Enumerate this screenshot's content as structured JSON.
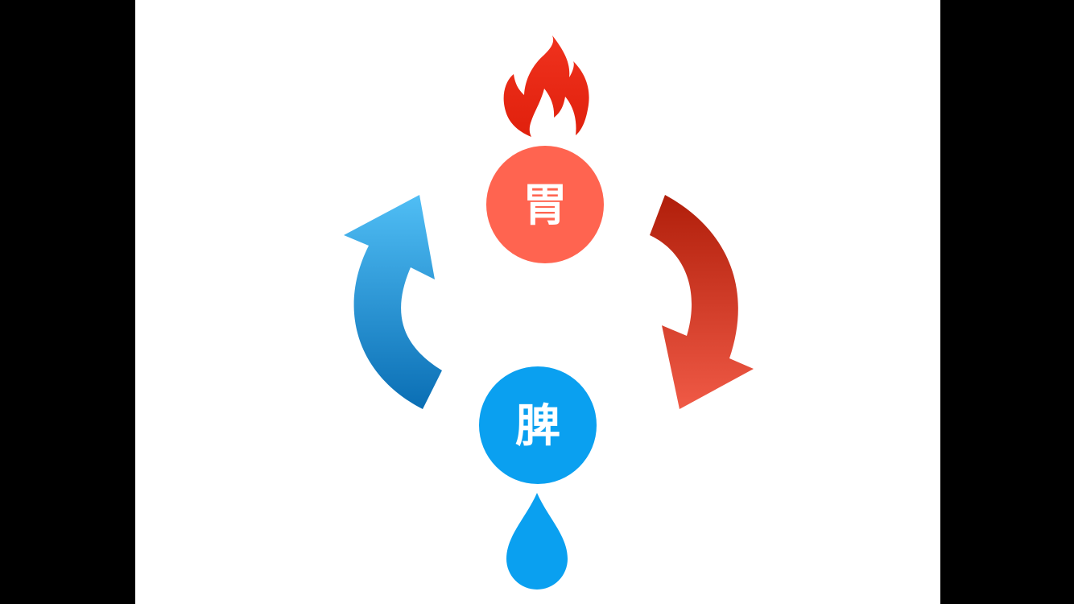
{
  "diagram": {
    "nodes": {
      "stomach": {
        "label": "胃",
        "color": "#ff6450"
      },
      "spleen": {
        "label": "脾",
        "color": "#0aa0f0"
      }
    },
    "icons": {
      "top": "fire-icon",
      "bottom": "water-drop-icon"
    },
    "arrows": {
      "right": {
        "direction": "clockwise-down",
        "colors": [
          "#b01e0a",
          "#f05a46"
        ]
      },
      "left": {
        "direction": "counterclockwise-up",
        "colors": [
          "#0a6eb4",
          "#50bef5"
        ]
      }
    }
  }
}
